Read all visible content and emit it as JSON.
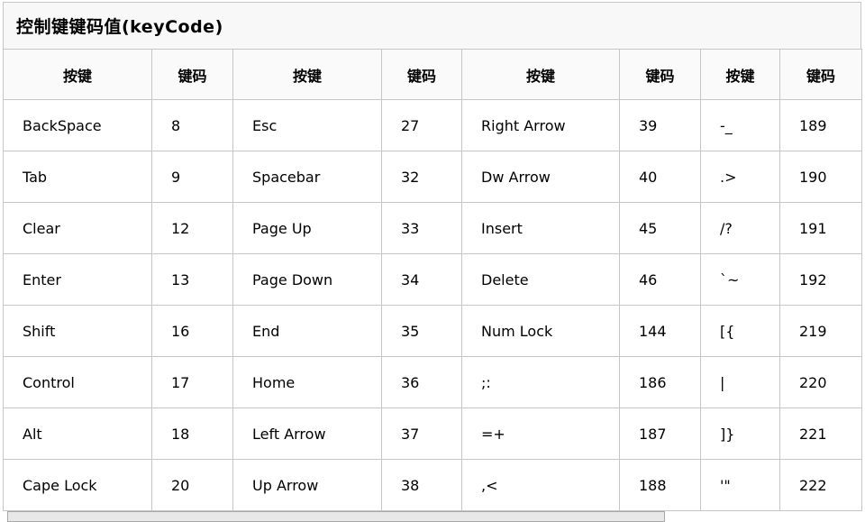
{
  "page": {
    "title": "控制键键码值(keyCode)"
  },
  "table": {
    "headers": [
      "按键",
      "键码",
      "按键",
      "键码",
      "按键",
      "键码",
      "按键",
      "键码"
    ],
    "rows": [
      [
        "BackSpace",
        "8",
        "Esc",
        "27",
        "Right Arrow",
        "39",
        "-_",
        "189"
      ],
      [
        "Tab",
        "9",
        "Spacebar",
        "32",
        "Dw Arrow",
        "40",
        ".>",
        "190"
      ],
      [
        "Clear",
        "12",
        "Page Up",
        "33",
        "Insert",
        "45",
        "/?",
        "191"
      ],
      [
        "Enter",
        "13",
        "Page Down",
        "34",
        "Delete",
        "46",
        "`~",
        "192"
      ],
      [
        "Shift",
        "16",
        "End",
        "35",
        "Num Lock",
        "144",
        "[{",
        "219"
      ],
      [
        "Control",
        "17",
        "Home",
        "36",
        ";:",
        "186",
        "|",
        "220"
      ],
      [
        "Alt",
        "18",
        "Left Arrow",
        "37",
        "=+",
        "187",
        "]}",
        "221"
      ],
      [
        "Cape Lock",
        "20",
        "Up Arrow",
        "38",
        ",<",
        "188",
        "'\"",
        "222"
      ]
    ]
  }
}
